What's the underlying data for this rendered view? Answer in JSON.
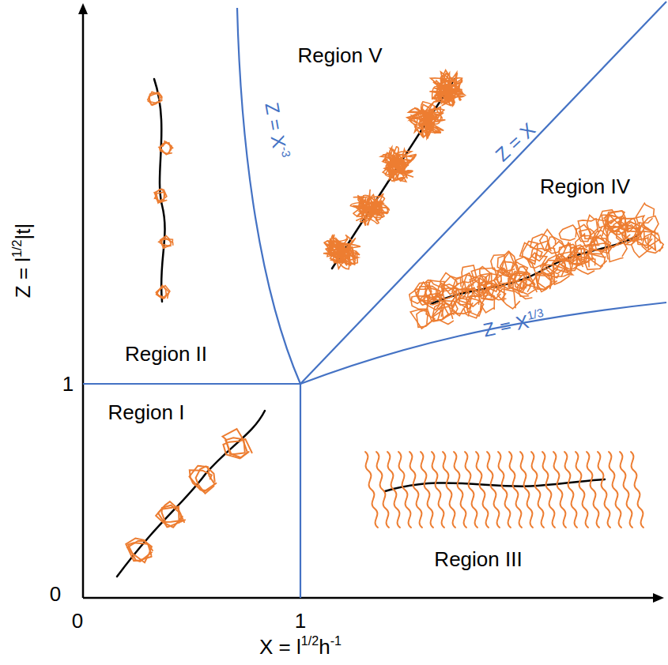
{
  "diagram": {
    "labels": [
      "Region V",
      "Z = X",
      "-3",
      "Z = X",
      "Region IV",
      "Z = X",
      "1/3",
      "Region II",
      "1",
      "Region I",
      "Region III",
      "0",
      "0",
      "1",
      "Z = ",
      "l",
      "1/2",
      "|t|",
      "X = ",
      "l",
      "1/2",
      "h",
      "-1"
    ]
  }
}
